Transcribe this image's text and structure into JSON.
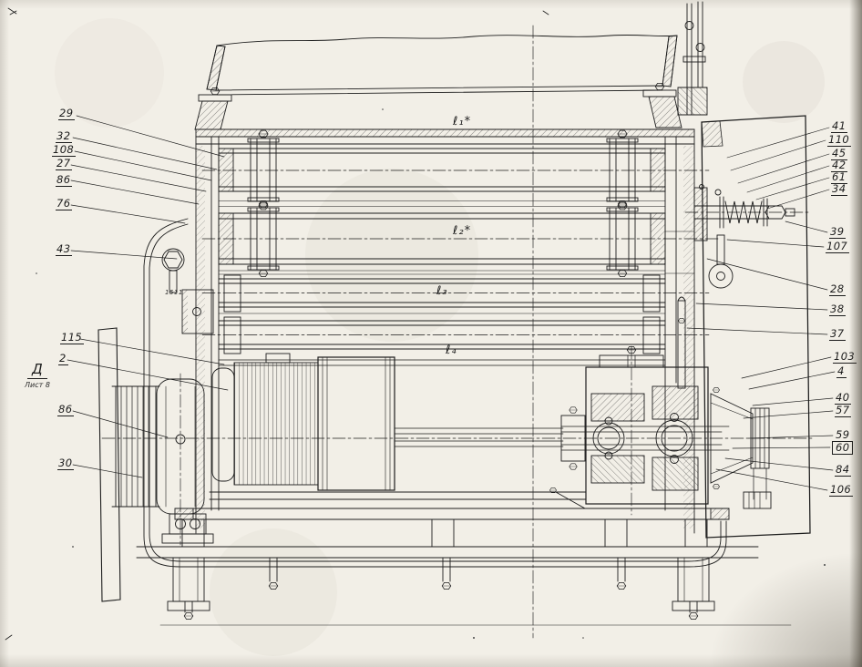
{
  "colors": {
    "paper": "#f2efe7",
    "ink": "#1d1d1d"
  },
  "marks": {
    "section_letter": "Д",
    "section_note": "Лист 8",
    "stamp": "1511"
  },
  "dimension_labels": [
    "ℓ₁*",
    "ℓ₂*",
    "ℓ₃",
    "ℓ₄"
  ],
  "callouts_left": [
    "29",
    "32",
    "108",
    "27",
    "86",
    "76",
    "43",
    "115",
    "2",
    "86",
    "30"
  ],
  "callouts_right": [
    "41",
    "110",
    "45",
    "42",
    "61",
    "34",
    "39",
    "107",
    "28",
    "38",
    "37",
    "103",
    "4",
    "40",
    "57",
    "59",
    "60",
    "84",
    "106"
  ]
}
